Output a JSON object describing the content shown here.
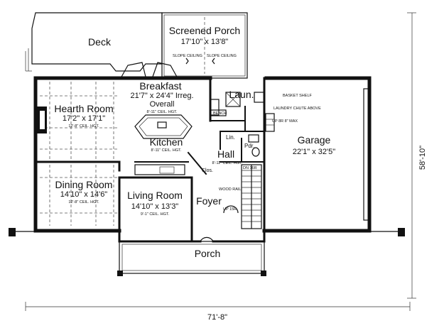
{
  "rooms": {
    "deck": {
      "name": "Deck"
    },
    "screened_porch": {
      "name": "Screened Porch",
      "dims": "17'10\" x 13'8\""
    },
    "breakfast": {
      "name": "Breakfast",
      "dims": "21'7\" x 24'4\" Irreg.",
      "extra": "Overall",
      "ceil": "8'-11\" CEIL. HGT."
    },
    "hearth": {
      "name": "Hearth Room",
      "dims": "17'2\" x 17'1\"",
      "ceil": "12'-8\" CEIL. HGT."
    },
    "kitchen": {
      "name": "Kitchen",
      "ceil": "8'-11\" CEIL. HGT."
    },
    "laundry": {
      "name": "Laun."
    },
    "garage": {
      "name": "Garage",
      "dims": "22'1\" x 32'5\""
    },
    "hall": {
      "name": "Hall",
      "ceil": "8'-11\" CEIL. HGT."
    },
    "dining": {
      "name": "Dining Room",
      "dims": "14'10\" x 14'6\"",
      "ceil": "12'-8\" CEIL. HGT."
    },
    "living": {
      "name": "Living Room",
      "dims": "14'10\" x 13'3\"",
      "ceil": "9'-1\" CEIL. HGT."
    },
    "foyer": {
      "name": "Foyer"
    },
    "porch": {
      "name": "Porch"
    }
  },
  "labels": {
    "slope_ceiling": "SLOPE CEILING",
    "basket_shelf": "BASKET SHELF",
    "laundry_chute": "LAUNDRY CHUTE ABOVE",
    "up_8r": "UP 8R 8\" MAX",
    "bench": "BENCH",
    "lin": "Lin.",
    "pdr": "Pdr.",
    "clos": "Clos.",
    "dn": "DN 16R",
    "wood_rail": "WOOD RAIL",
    "up_15r": "UP 15R"
  },
  "dimensions": {
    "width": "71'-8\"",
    "depth": "58'-10\""
  }
}
